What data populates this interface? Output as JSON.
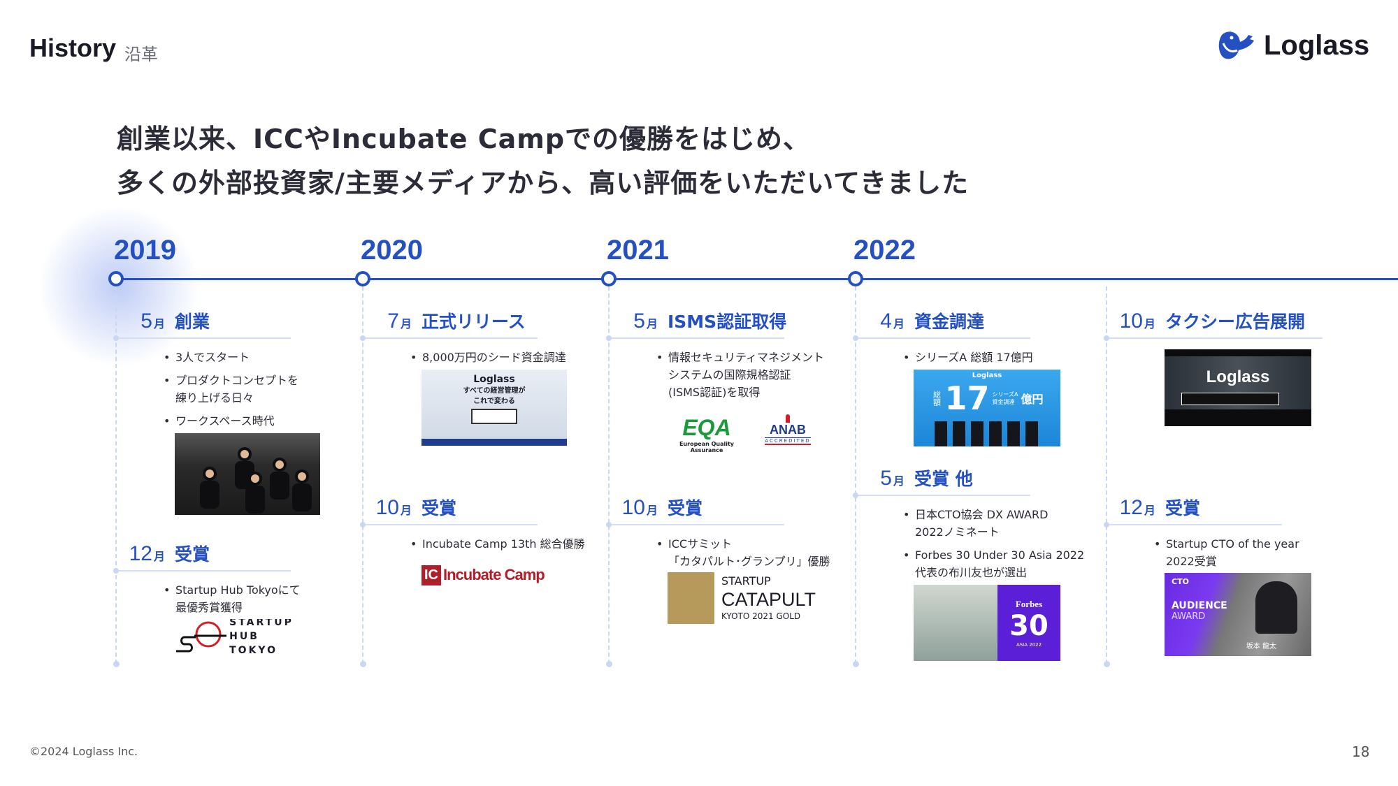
{
  "header": {
    "title": "History",
    "subtitle": "沿革",
    "logo_text": "Loglass",
    "logo_icon": "whale-icon"
  },
  "headline": [
    "創業以来、ICCやIncubate Campでの優勝をはじめ、",
    "多くの外部投資家/主要メディアから、高い評価をいただいてきました"
  ],
  "colors": {
    "accent": "#2450c2",
    "divider": "#d3def4"
  },
  "timeline": {
    "years": [
      "2019",
      "2020",
      "2021",
      "2022"
    ]
  },
  "events": [
    {
      "month": "5",
      "unit": "月",
      "title": "創業",
      "bullets": [
        "3人でスタート",
        "プロダクトコンセプトを\n練り上げる日々",
        "ワークスペース時代"
      ]
    },
    {
      "month": "12",
      "unit": "月",
      "title": "受賞",
      "bullets": [
        "Startup Hub Tokyoにて\n最優秀賞獲得"
      ],
      "logo": {
        "line1": "STARTUP HUB",
        "line2": "TOKYO"
      }
    },
    {
      "month": "7",
      "unit": "月",
      "title": "正式リリース",
      "bullets": [
        "8,000万円のシード資金調達"
      ],
      "image": {
        "brand": "Loglass",
        "caption": "すべての経営管理が\nこれで変わる"
      }
    },
    {
      "month": "10",
      "unit": "月",
      "title": "受賞",
      "bullets": [
        "Incubate Camp 13th 総合優勝"
      ],
      "logo": {
        "mark": "IC",
        "text": "Incubate Camp"
      }
    },
    {
      "month": "5",
      "unit": "月",
      "title": "ISMS認証取得",
      "bullets": [
        "情報セキュリティマネジメント\nシステムの国際規格認証\n(ISMS認証)を取得"
      ],
      "logos": {
        "eqa": "EQA",
        "eqa_sub": "European Quality Assurance",
        "anab": "ANAB",
        "anab_sub": "ACCREDITED"
      }
    },
    {
      "month": "10",
      "unit": "月",
      "title": "受賞",
      "bullets": [
        "ICCサミット\n「カタパルト･グランプリ」優勝"
      ],
      "logo": {
        "line1": "STARTUP",
        "line2": "CATAPULT",
        "line3": "KYOTO 2021 GOLD"
      }
    },
    {
      "month": "4",
      "unit": "月",
      "title": "資金調達",
      "bullets": [
        "シリーズA 総額 17億円"
      ],
      "image": {
        "brand": "Loglass",
        "big": "17",
        "unit": "億円",
        "side": "総額",
        "tag": "シリーズA\n資金調達"
      }
    },
    {
      "month": "5",
      "unit": "月",
      "title": "受賞 他",
      "bullets": [
        "日本CTO協会 DX AWARD\n2022ノミネート",
        "Forbes 30 Under 30 Asia 2022\n代表の布川友也が選出"
      ],
      "image": {
        "brand": "Forbes",
        "big": "30",
        "sub": "ASIA 2022"
      }
    },
    {
      "month": "10",
      "unit": "月",
      "title": "タクシー広告展開",
      "bullets": [],
      "image": {
        "brand": "Loglass"
      }
    },
    {
      "month": "12",
      "unit": "月",
      "title": "受賞",
      "bullets": [
        "Startup CTO of the year\n2022受賞"
      ],
      "image": {
        "tag": "CTO",
        "line1": "AUDIENCE",
        "line2": "AWARD",
        "name": "坂本 龍太"
      }
    }
  ],
  "footer": {
    "copyright": "©2024 Loglass Inc.",
    "page": "18"
  }
}
